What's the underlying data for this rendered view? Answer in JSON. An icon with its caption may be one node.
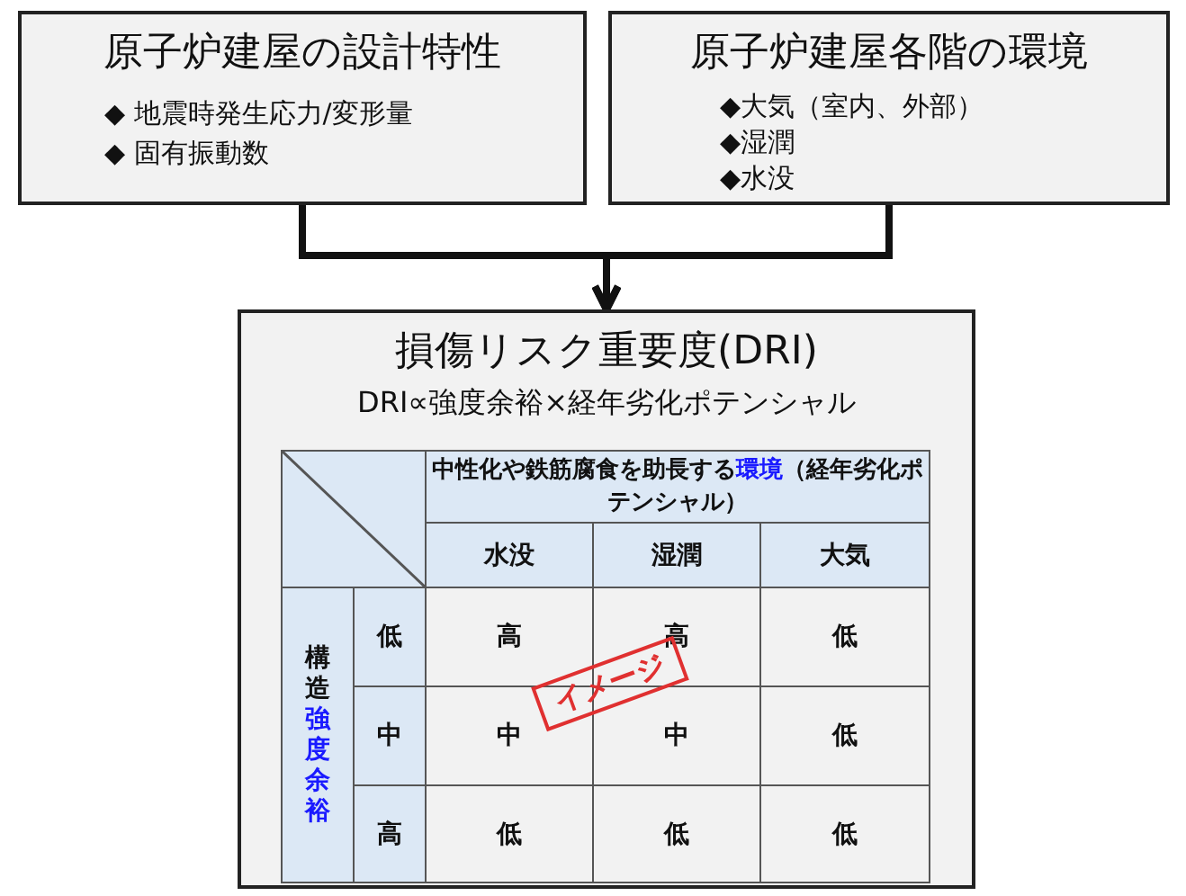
{
  "diagram": {
    "nodes": [
      {
        "text": [
          "原子炉建屋の設計特性",
          "◆ 地震時発生応力/変形量",
          "◆ 固有振動数"
        ]
      },
      {
        "text": [
          "原子炉建屋各階の環境",
          "◆大気（室内、外部）",
          "◆湿潤",
          "◆水没"
        ]
      },
      {
        "text": [
          "損傷リスク重要度(DRI)",
          "DRI∝強度余裕×経年劣化ポテンシャル"
        ]
      }
    ],
    "edges": [
      {
        "from": 0,
        "to": 2,
        "arrow": "to"
      },
      {
        "from": 1,
        "to": 2,
        "arrow": "to"
      }
    ],
    "labels": [
      "中性化や鉄筋腐食を助長する**環境**（経年劣化ポテンシャル）",
      "水没",
      "湿潤",
      "大気",
      "構造**強度余裕**",
      "低",
      "高",
      "高",
      "低",
      "中",
      "中",
      "中",
      "低",
      "高",
      "低",
      "低",
      "低",
      "イメージ"
    ]
  }
}
